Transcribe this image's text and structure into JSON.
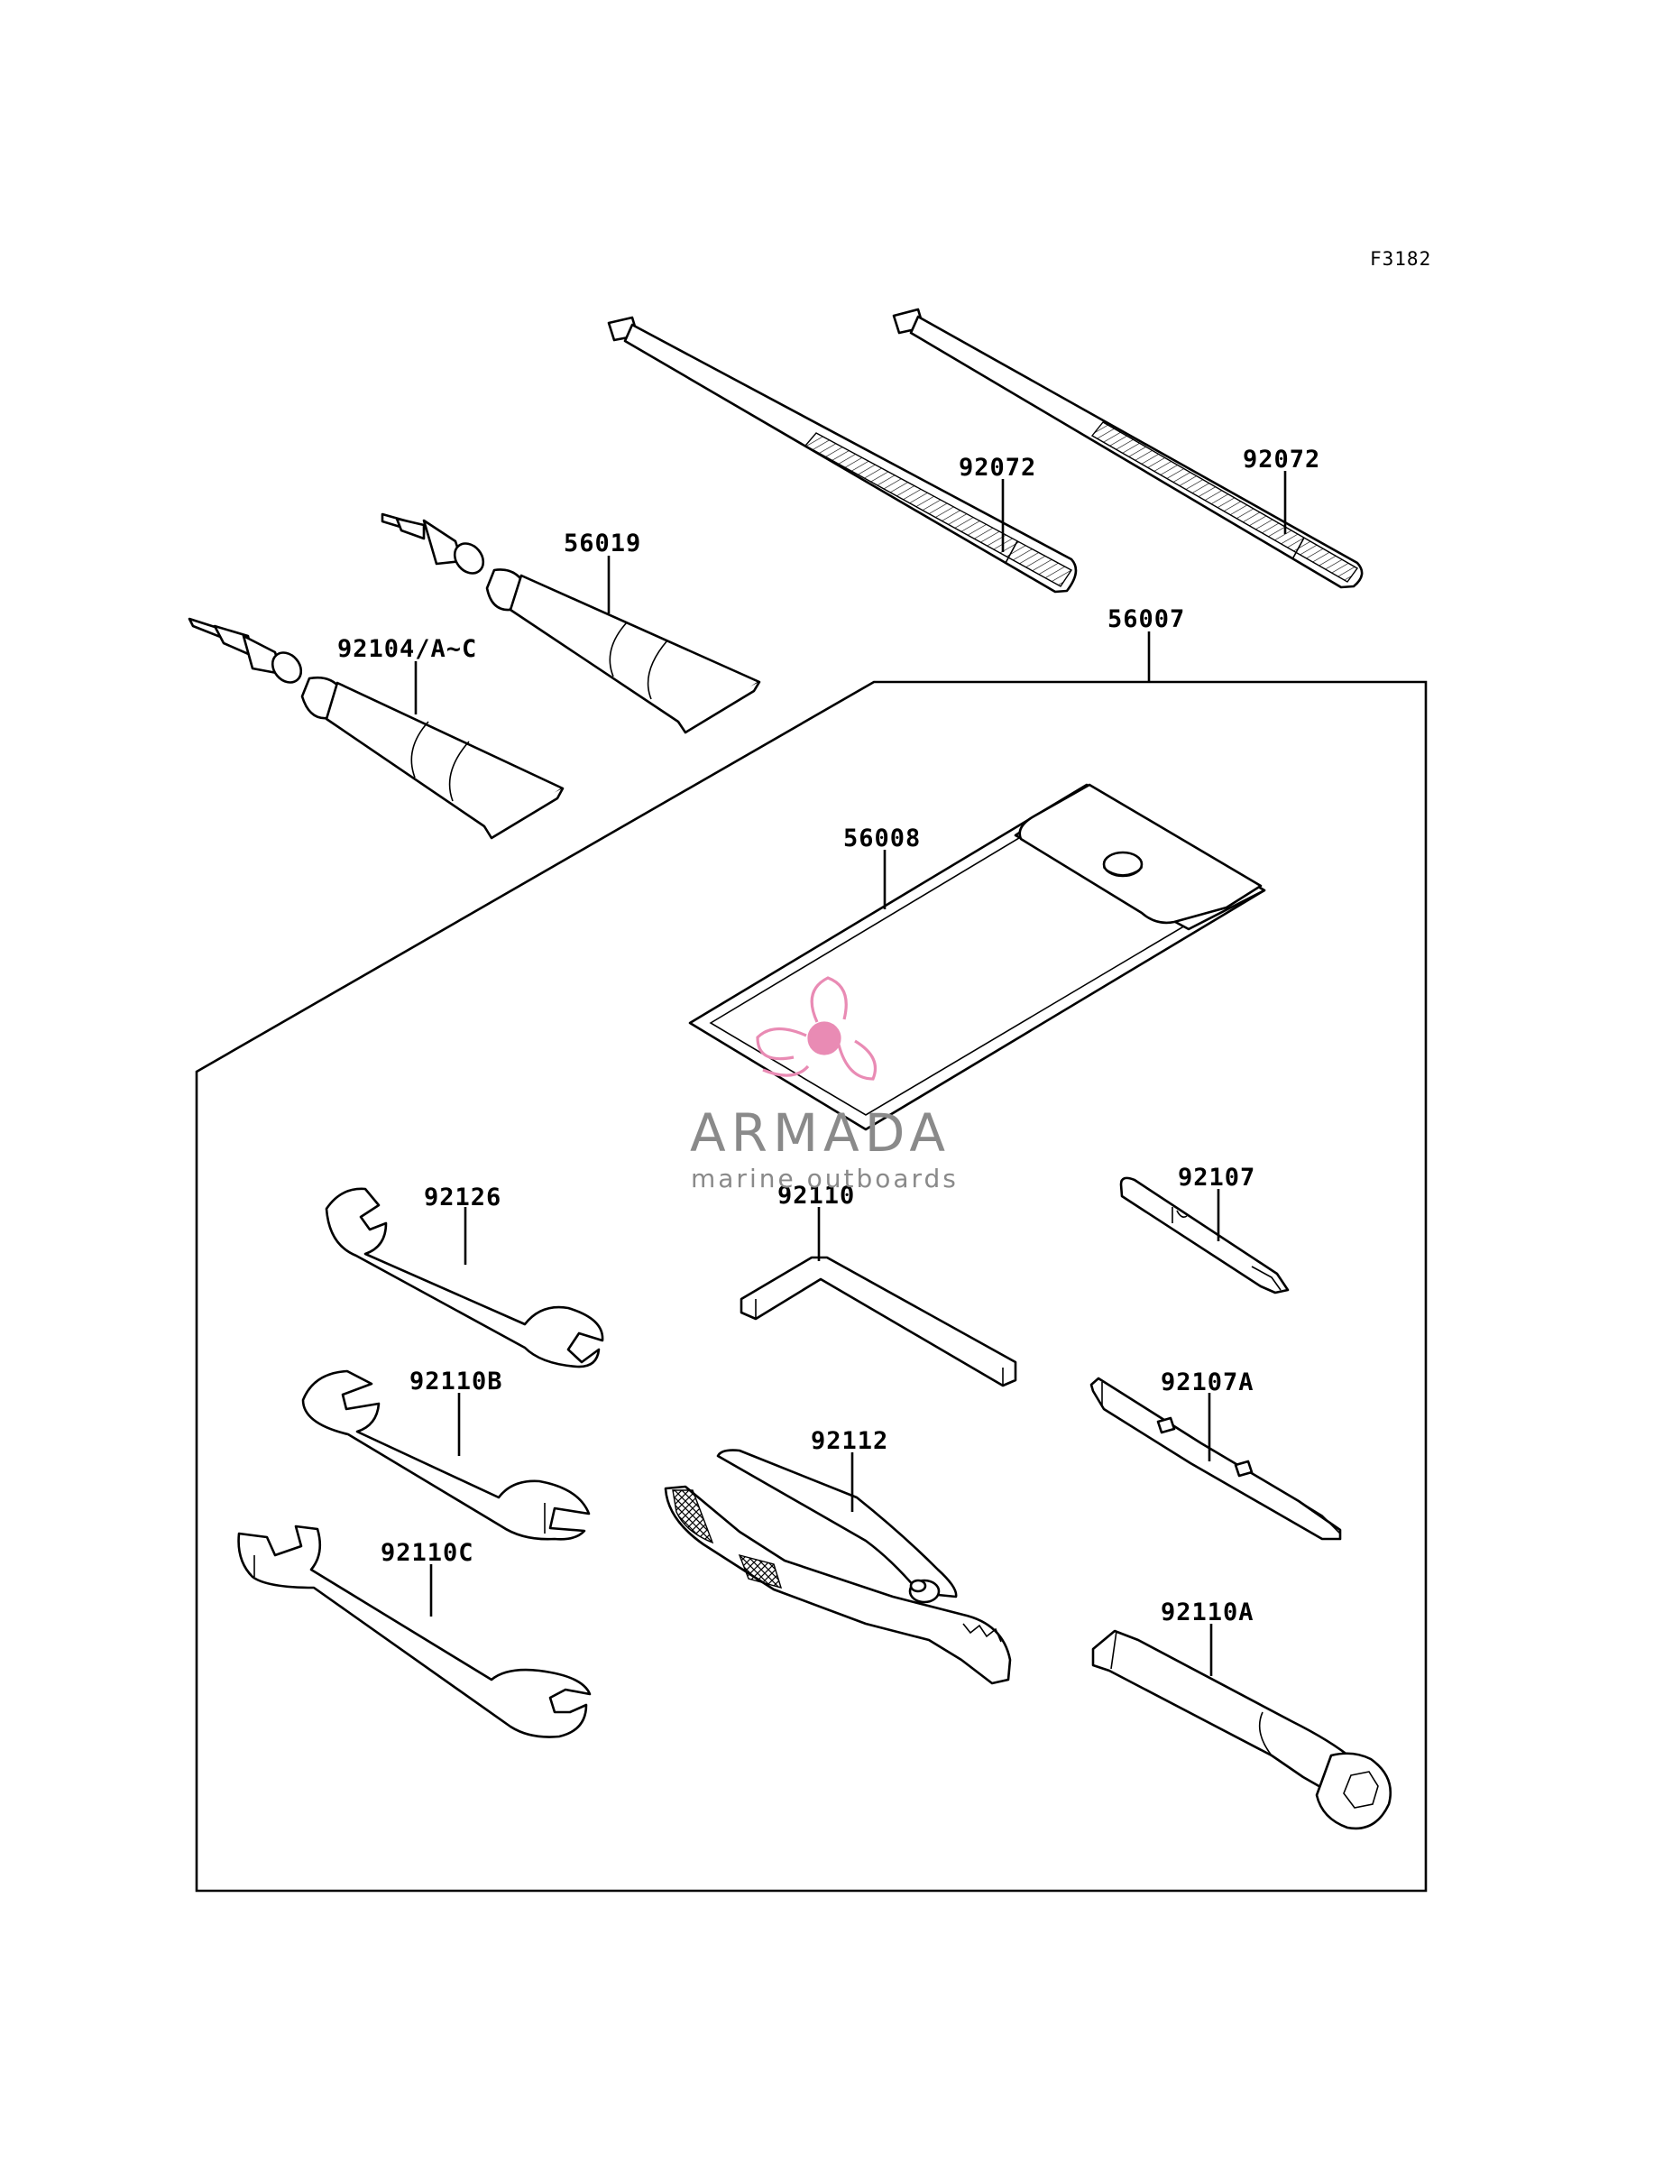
{
  "figure_code": "F3182",
  "watermark": {
    "brand": "ARMADA",
    "tagline": "marine outboards",
    "logo_icon": "propeller-logo-icon",
    "logo_color": "#e98bb4",
    "text_color": "#8a8a8a"
  },
  "parts": {
    "cable_tie_1": "92072",
    "cable_tie_2": "92072",
    "tube_upper": "56019",
    "tube_lower": "92104/A~C",
    "tool_kit": "56007",
    "tool_bag": "56008",
    "wrench_1": "92126",
    "wrench_2": "92110B",
    "wrench_3": "92110C",
    "hex_key": "92110",
    "pliers": "92112",
    "screwdriver_1": "92107",
    "screwdriver_2": "92107A",
    "plug_wrench": "92110A"
  }
}
